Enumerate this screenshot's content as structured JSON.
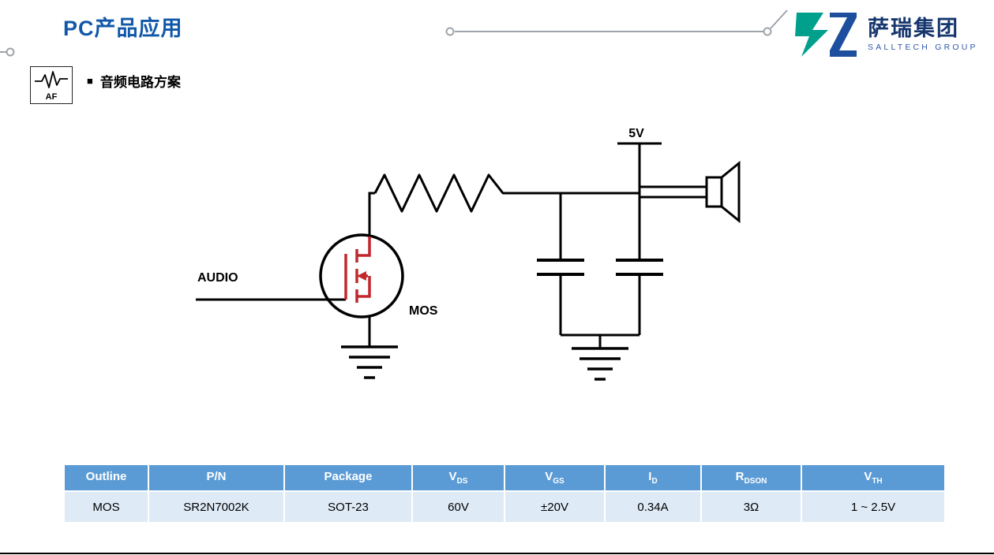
{
  "page": {
    "title": "PC产品应用",
    "accent_color": "#1158A8"
  },
  "logo": {
    "name": "萨瑞集团",
    "subtitle": "SALLTECH GROUP",
    "teal": "#00A08C",
    "blue": "#1E4E9E"
  },
  "section": {
    "icon_label": "AF",
    "bullet": "■",
    "title": "音频电路方案"
  },
  "circuit": {
    "labels": {
      "supply": "5V",
      "input": "AUDIO",
      "transistor": "MOS"
    },
    "mosfet_color": "#C1272D",
    "line_color": "#000000"
  },
  "table": {
    "header_bg": "#5B9BD5",
    "row_bg": "#DEEAF6",
    "headers": [
      {
        "main": "Outline",
        "sub": ""
      },
      {
        "main": "P/N",
        "sub": ""
      },
      {
        "main": "Package",
        "sub": ""
      },
      {
        "main": "V",
        "sub": "DS"
      },
      {
        "main": "V",
        "sub": "GS"
      },
      {
        "main": "I",
        "sub": "D"
      },
      {
        "main": "R",
        "sub": "DSON"
      },
      {
        "main": "V",
        "sub": "TH"
      }
    ],
    "rows": [
      [
        "MOS",
        "SR2N7002K",
        "SOT-23",
        "60V",
        "±20V",
        "0.34A",
        "3Ω",
        "1 ~ 2.5V"
      ]
    ]
  }
}
